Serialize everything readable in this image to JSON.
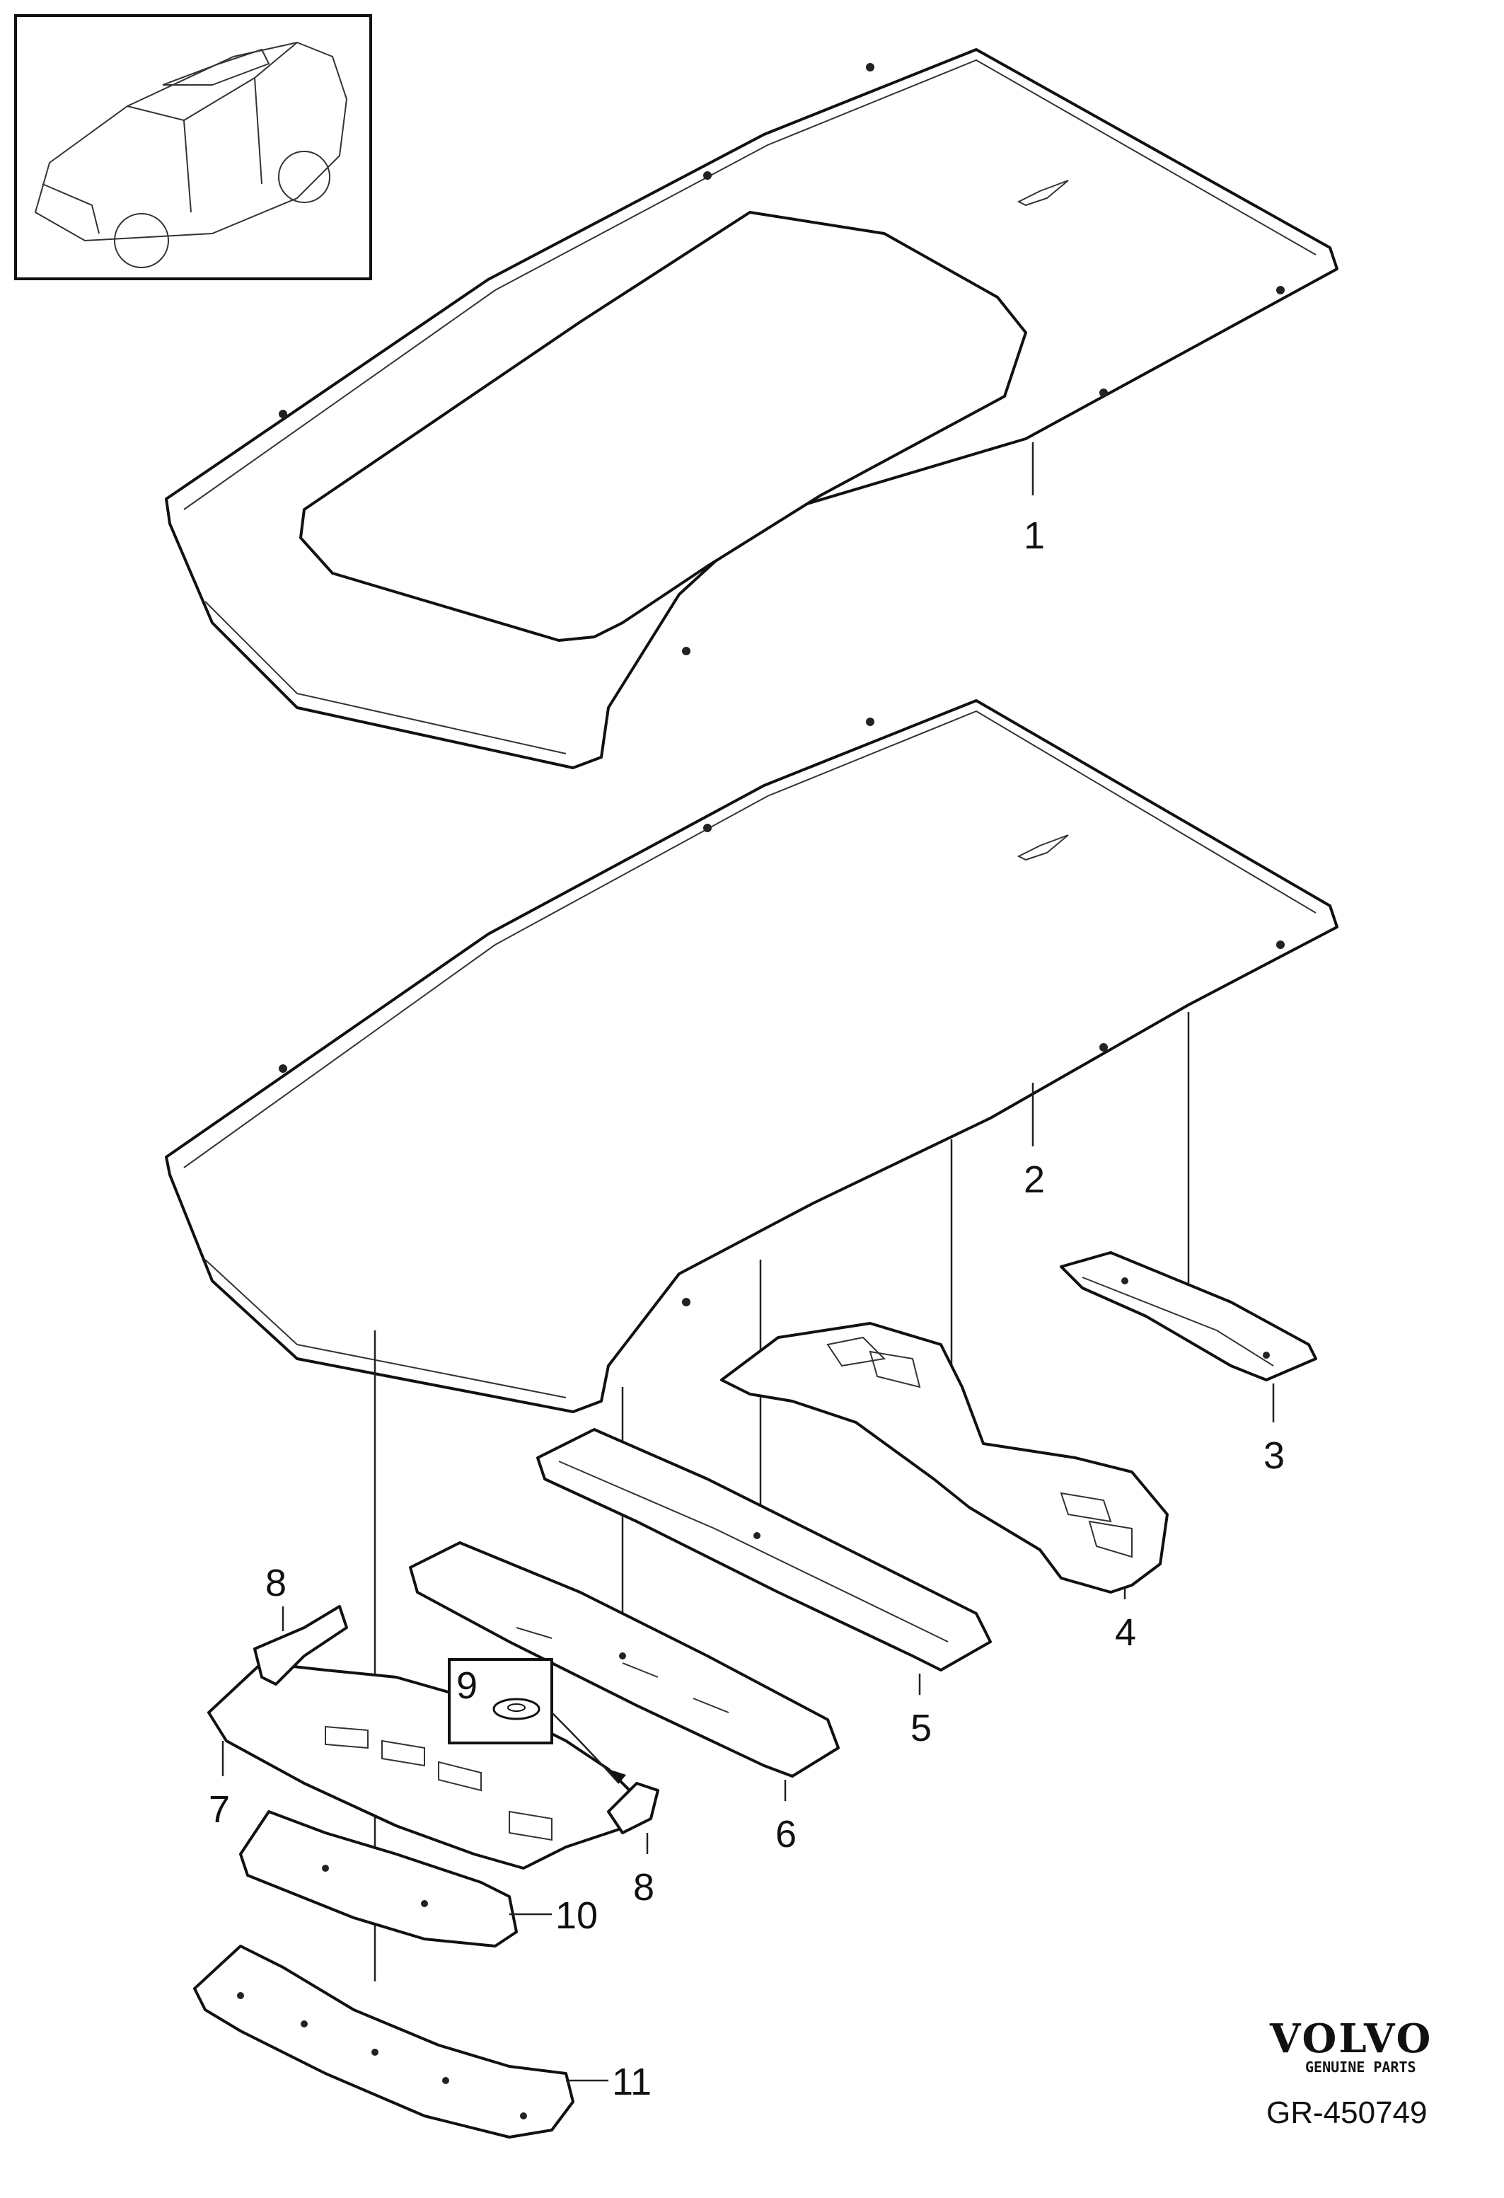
{
  "callouts": {
    "c1": "1",
    "c2": "2",
    "c3": "3",
    "c4": "4",
    "c5": "5",
    "c6": "6",
    "c7": "7",
    "c8a": "8",
    "c8b": "8",
    "c9": "9",
    "c10": "10",
    "c11": "11"
  },
  "logo": {
    "brand": "VOLVO",
    "subtitle": "GENUINE PARTS"
  },
  "reference": "GR-450749",
  "colors": {
    "line": "#111111",
    "background": "#ffffff"
  }
}
